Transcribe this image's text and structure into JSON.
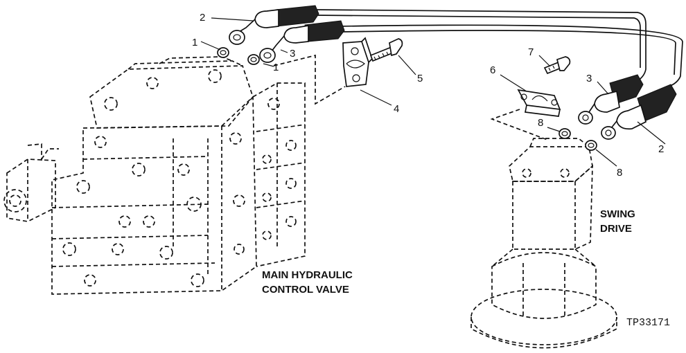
{
  "callouts": {
    "c1a": "1",
    "c1b": "1",
    "c2a": "2",
    "c2b": "2",
    "c3a": "3",
    "c3b": "3",
    "c4": "4",
    "c5": "5",
    "c6": "6",
    "c7": "7",
    "c8a": "8",
    "c8b": "8"
  },
  "labels": {
    "main_valve_line1": "MAIN HYDRAULIC",
    "main_valve_line2": "CONTROL VALVE",
    "swing_line1": "SWING",
    "swing_line2": "DRIVE"
  },
  "figure_ref": "TP33171"
}
